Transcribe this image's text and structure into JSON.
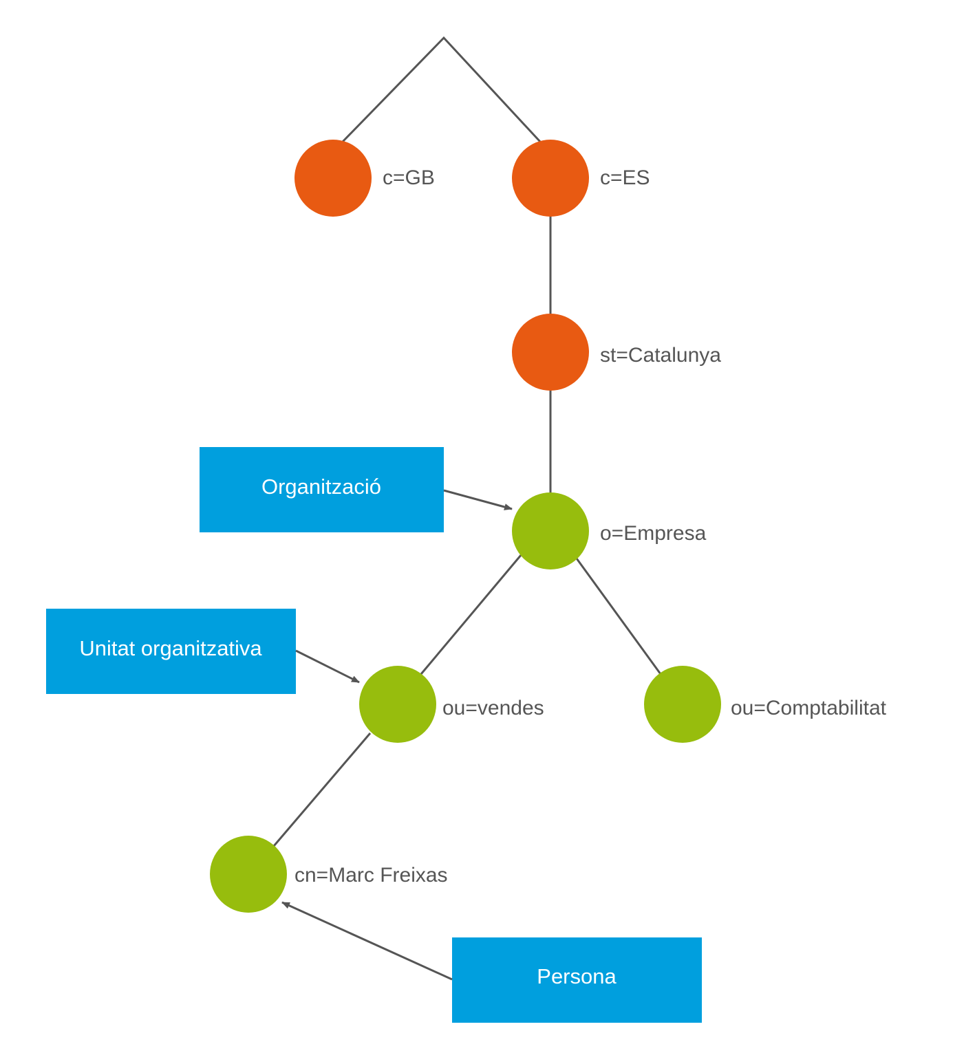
{
  "colors": {
    "orange": "#E85A12",
    "green": "#97BD0D",
    "blue": "#009FDE",
    "line": "#555555",
    "label": "#555555"
  },
  "nodes": {
    "gb": "c=GB",
    "es": "c=ES",
    "catalunya": "st=Catalunya",
    "empresa": "o=Empresa",
    "vendes": "ou=vendes",
    "comptabilitat": "ou=Comptabilitat",
    "marc": "cn=Marc Freixas"
  },
  "boxes": {
    "organitzacio": "Organització",
    "unitat": "Unitat organitzativa",
    "persona": "Persona"
  }
}
